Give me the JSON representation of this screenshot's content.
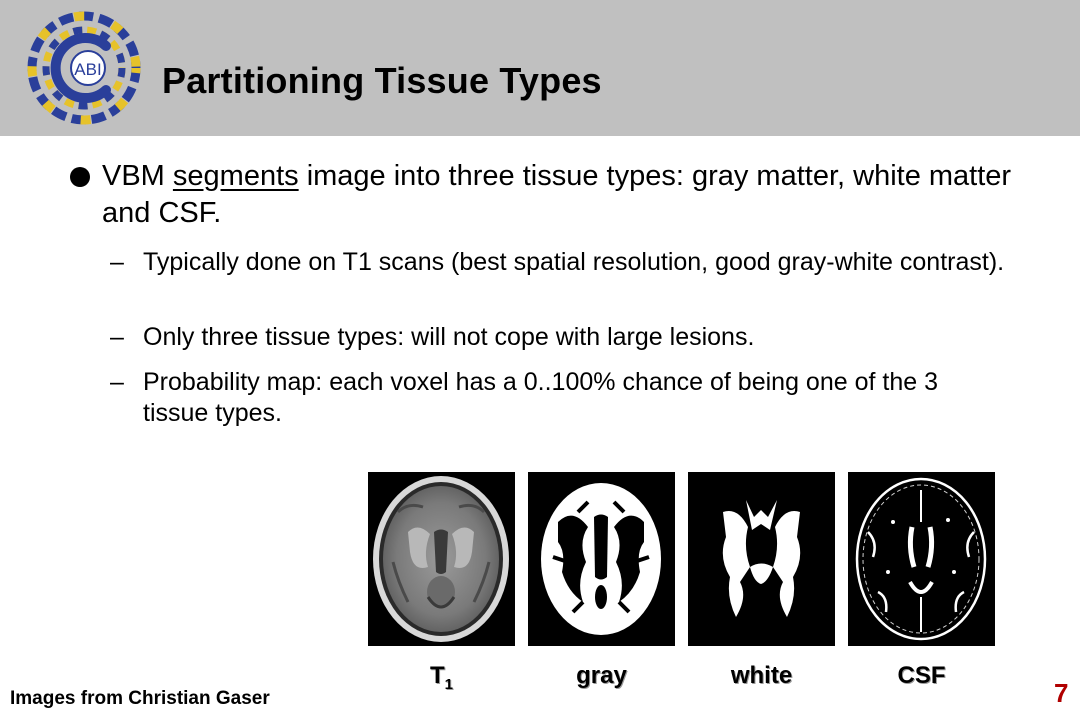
{
  "slide": {
    "title": "Partitioning Tissue Types",
    "logo_text": "ABI",
    "bullet": {
      "before": "VBM ",
      "emphasis": "segments",
      "after": " image into three tissue types: gray matter, white matter and CSF."
    },
    "sub_bullets": [
      {
        "dash": "–",
        "text": "Typically done on T1 scans (best spatial resolution, good gray-white contrast)."
      },
      {
        "dash": "–",
        "text": "Only three tissue types: will not cope with large lesions."
      },
      {
        "dash": "–",
        "text": "Probability map: each voxel has a 0..100% chance of being one of the 3 tissue types."
      }
    ],
    "images": [
      {
        "caption": "T",
        "caption_sub": "1",
        "kind": "t1-brain-image"
      },
      {
        "caption": "gray",
        "kind": "gray-matter-segmentation-image"
      },
      {
        "caption": "white",
        "kind": "white-matter-segmentation-image"
      },
      {
        "caption": "CSF",
        "kind": "csf-segmentation-image"
      }
    ],
    "credit": "Images from Christian Gaser",
    "page_number": "7"
  },
  "colors": {
    "header_bg": "#c0c0c0",
    "logo_blue": "#2a3f9a",
    "logo_yellow": "#e6c22a",
    "page_number": "#b00000"
  }
}
